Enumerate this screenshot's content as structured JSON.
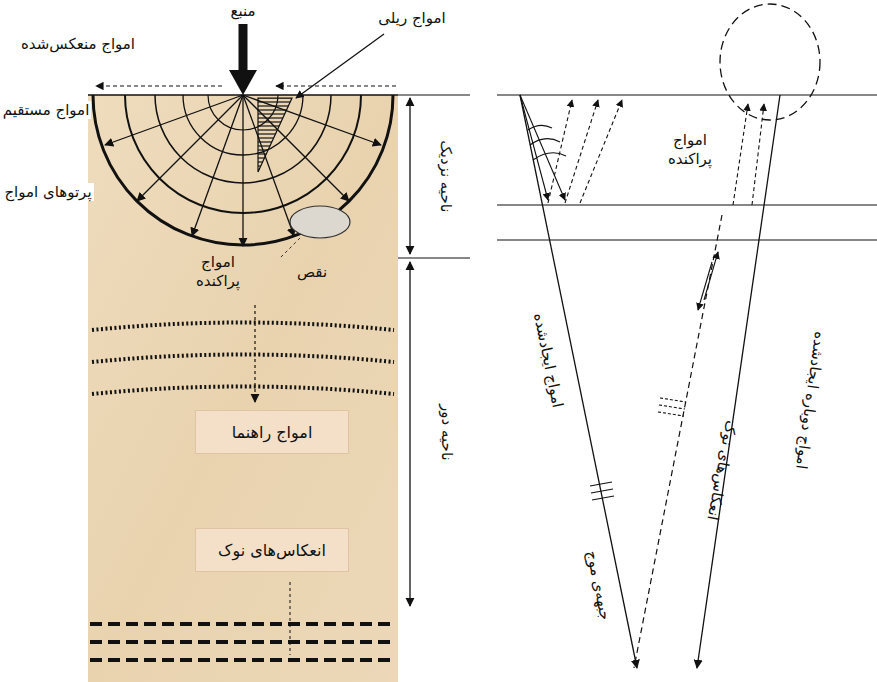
{
  "diagram": {
    "nodes": [
      {
        "text": [
          "امواج راهنما"
        ]
      },
      {
        "text": [
          "انعکاس‌های نوک"
        ]
      }
    ],
    "labels": [
      "منبع",
      "امواج ریلی",
      "امواج منعکس‌شده",
      "امواج مستقیم",
      "پرتوهای امواج",
      "ناحیه نزدیک",
      "امواج پراکنده",
      "نقص",
      "ناحیه دور",
      "امواج پراکنده",
      "امواج ایجادشده",
      "انعکاس‌های نوک",
      "جبهه‌ی موج",
      "امواج دوباره ایجادشده"
    ]
  }
}
